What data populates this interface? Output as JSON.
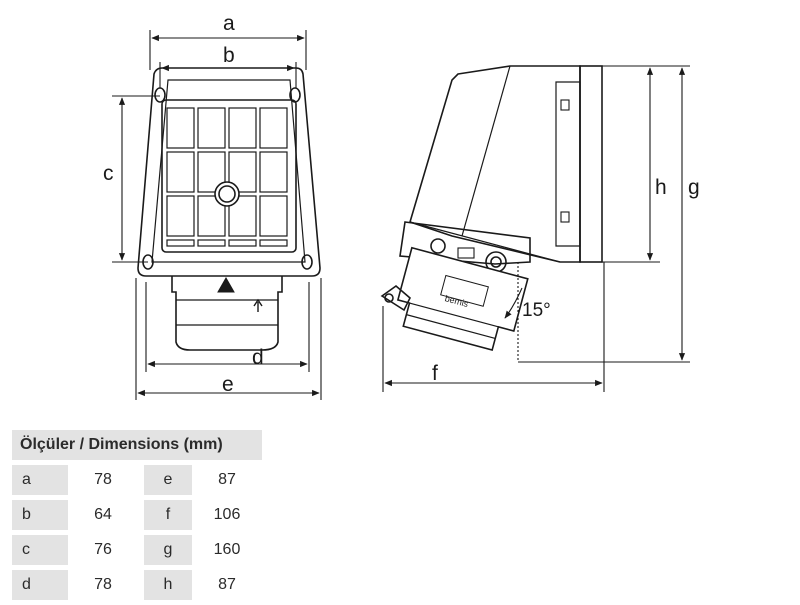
{
  "figure": {
    "front_view": {
      "labels": {
        "a": "a",
        "b": "b",
        "c": "c",
        "d": "d",
        "e": "e"
      }
    },
    "side_view": {
      "labels": {
        "f": "f",
        "g": "g",
        "h": "h"
      },
      "angle": "15°",
      "brand": "bemis"
    }
  },
  "table": {
    "title": "Ölçüler / Dimensions (mm)",
    "rows": [
      {
        "k1": "a",
        "v1": "78",
        "k2": "e",
        "v2": "87"
      },
      {
        "k1": "b",
        "v1": "64",
        "k2": "f",
        "v2": "106"
      },
      {
        "k1": "c",
        "v1": "76",
        "k2": "g",
        "v2": "160"
      },
      {
        "k1": "d",
        "v1": "78",
        "k2": "h",
        "v2": "87"
      }
    ]
  }
}
